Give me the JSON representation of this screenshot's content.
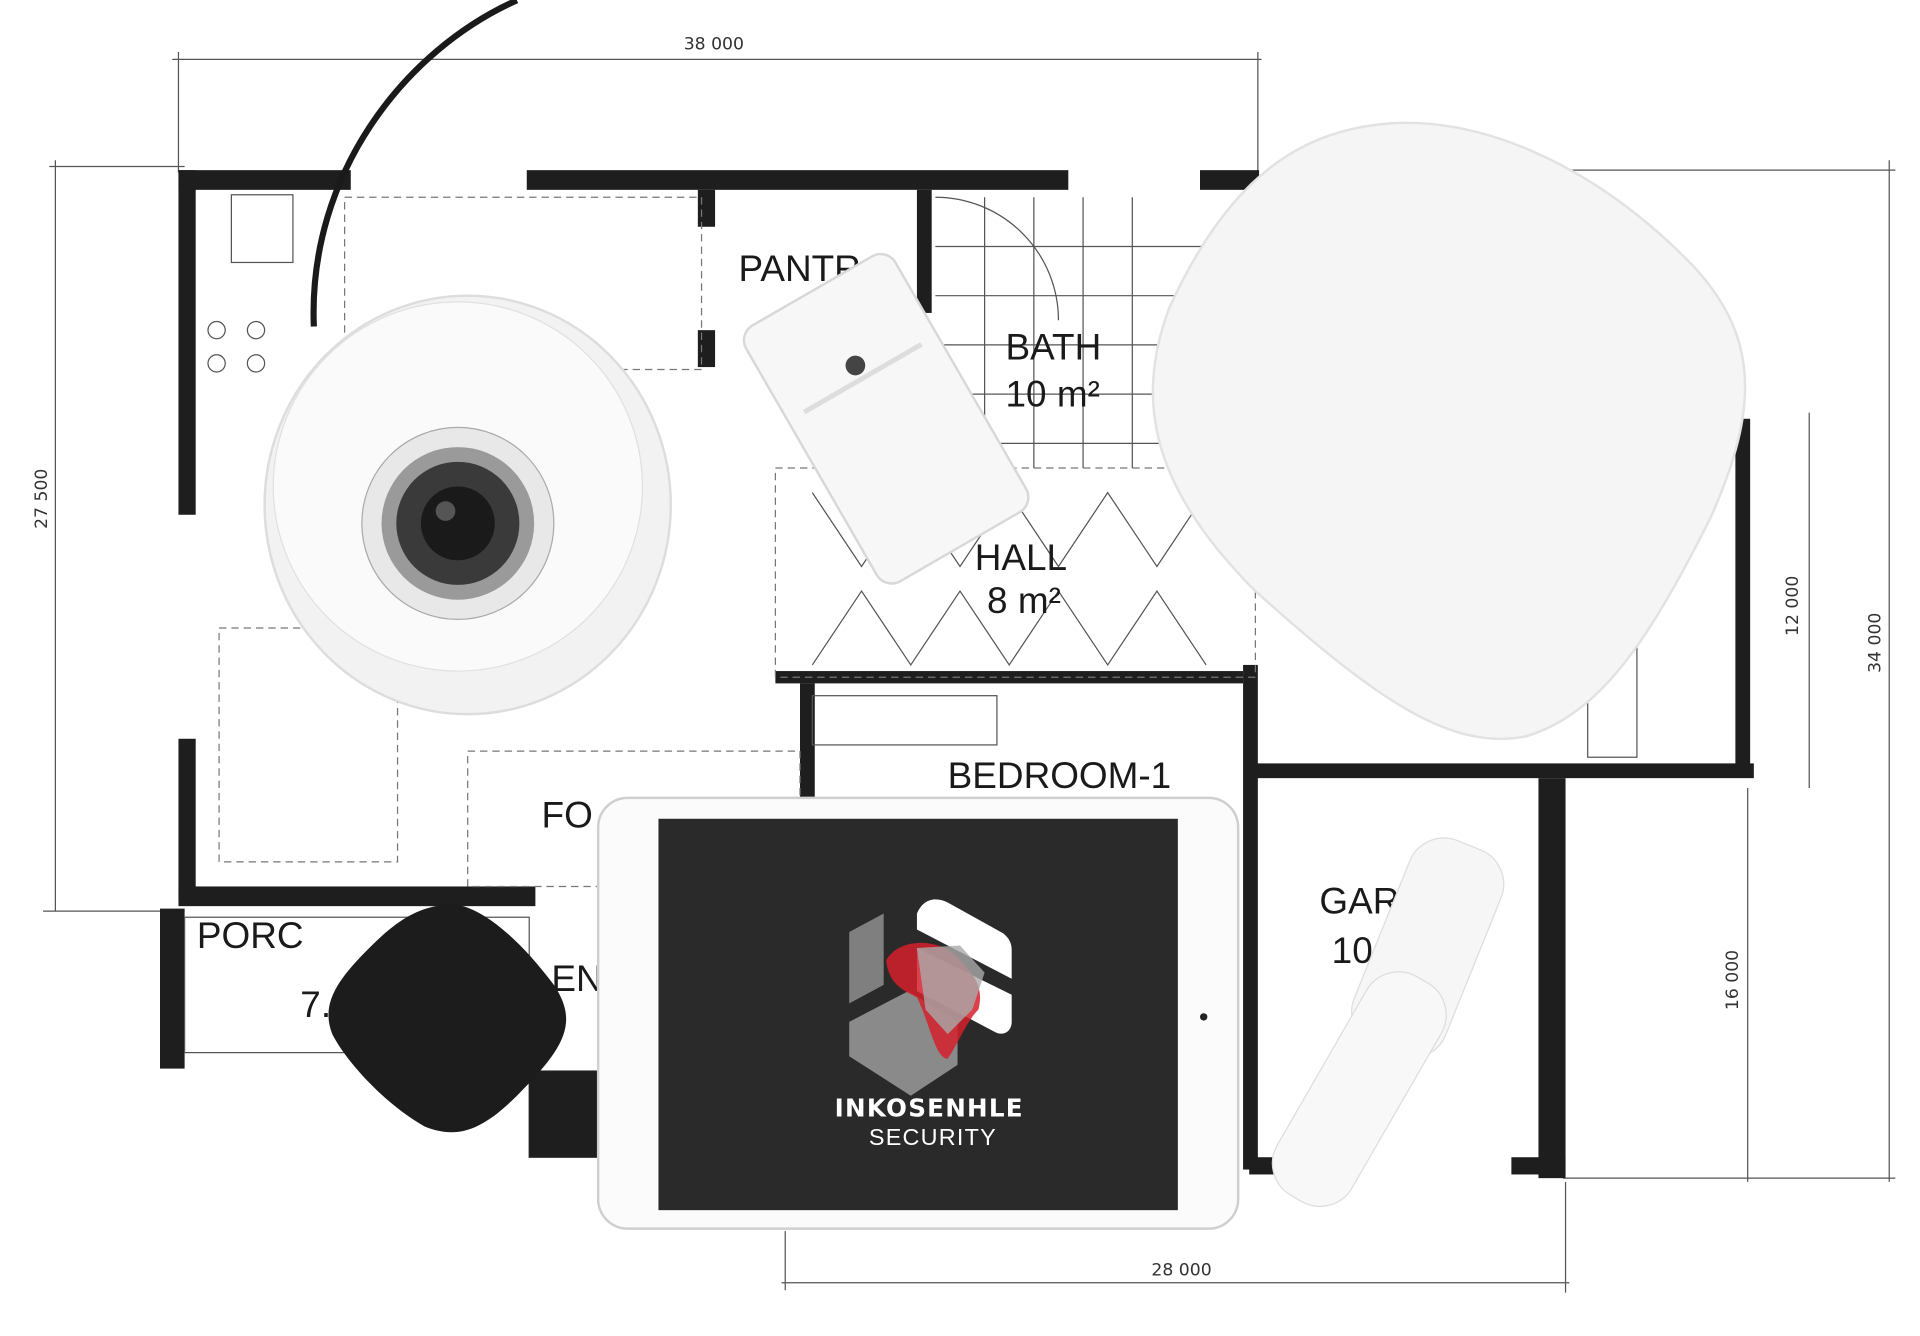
{
  "dimensions": {
    "top": "38 000",
    "left": "27 500",
    "right_outer": "34 000",
    "right_upper": "12 000",
    "right_lower": "16 000",
    "bottom": "28 000"
  },
  "rooms": {
    "pantry": "PANTR",
    "bath": "BATH",
    "bath_area": "10 m²",
    "hall": "HALL",
    "hall_area": "8 m²",
    "bedroom": "BEDROOM-1",
    "foyer": "FO",
    "garage": "GARA",
    "garage_area": "10",
    "porch": "PORC",
    "porch_area": "7.",
    "entry": "EN"
  },
  "tablet": {
    "brand_name": "INKOSENHLE",
    "brand_sub": "SECURITY",
    "screen_color": "#2a2a2a",
    "accent_color": "#d4202a"
  },
  "devices": [
    "dome-camera",
    "motion-sensor",
    "alarm-hub",
    "key-fob",
    "door-sensor",
    "tablet"
  ]
}
